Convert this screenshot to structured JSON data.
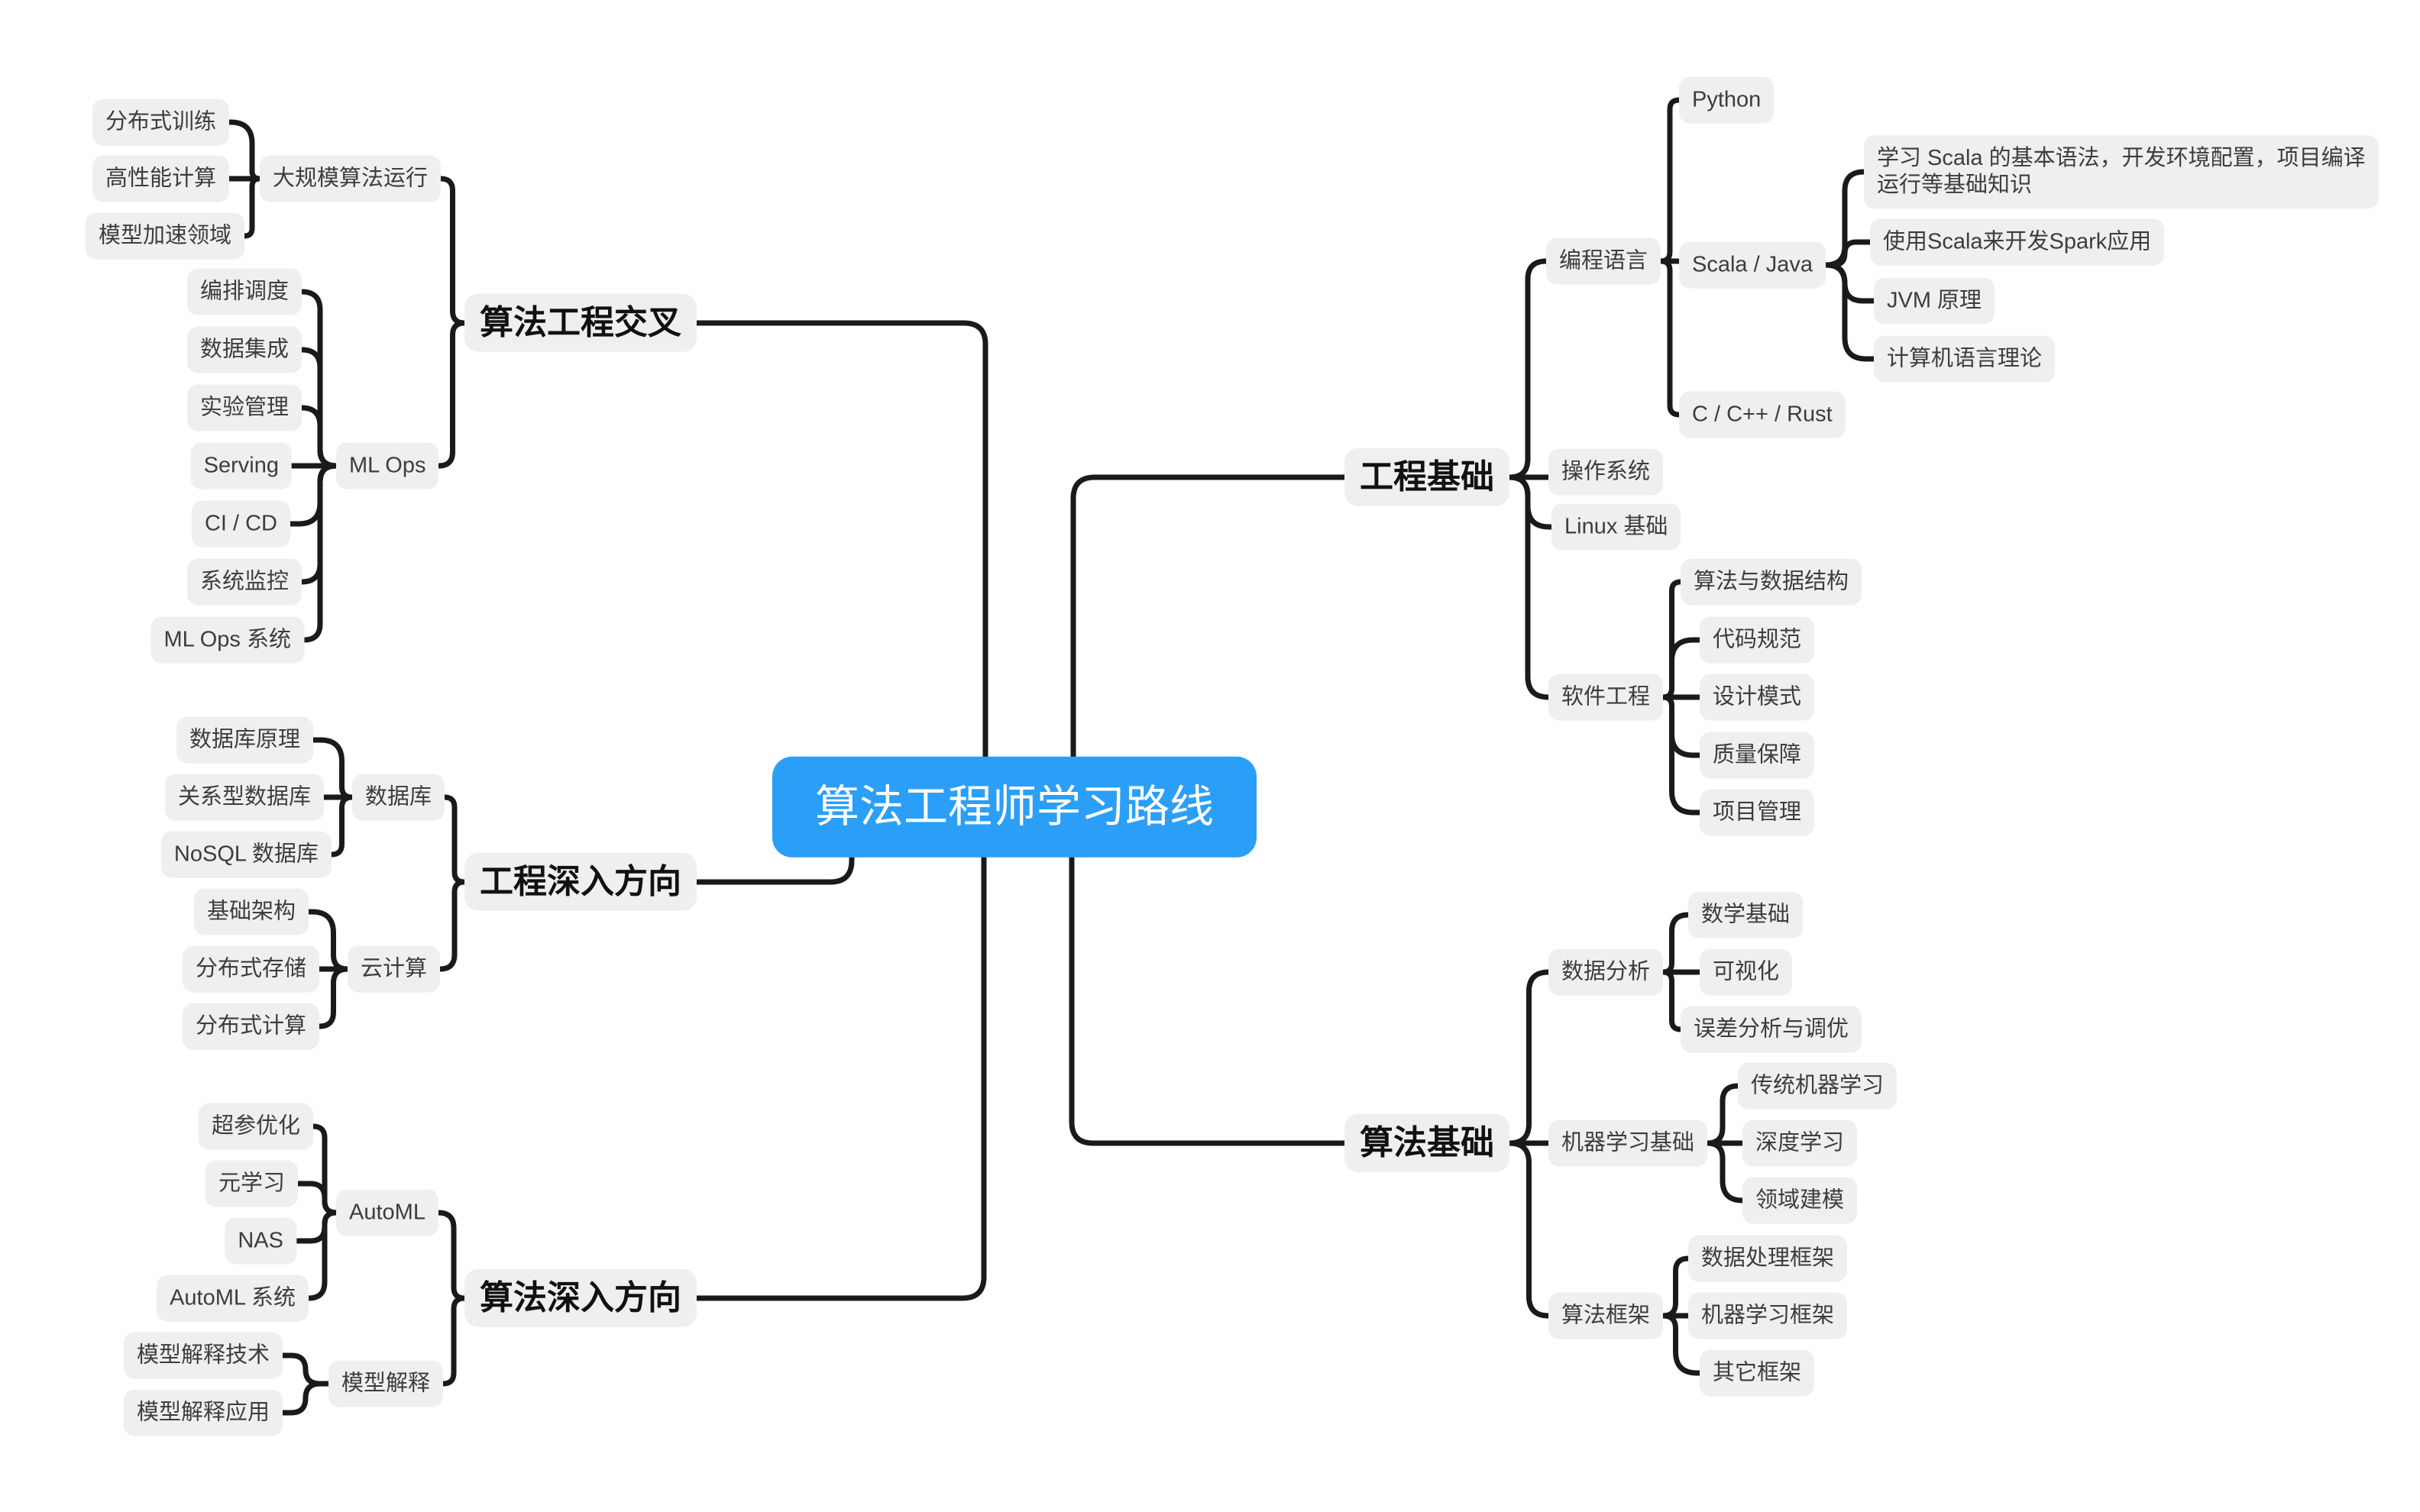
{
  "colors": {
    "center_bg": "#2b9ff7",
    "center_text": "#ffffff",
    "node_bg": "#efefef",
    "node_text": "#3d3d3d",
    "branch_text": "#111111",
    "line": "#1a1a1a"
  },
  "nodes": {
    "center": {
      "label": "算法工程师学习路线"
    },
    "eng_cross": {
      "label": "算法工程交叉"
    },
    "large_scale": {
      "label": "大规模算法运行"
    },
    "dist_train": {
      "label": "分布式训练"
    },
    "hpc": {
      "label": "高性能计算"
    },
    "model_accel": {
      "label": "模型加速领域"
    },
    "ml_ops": {
      "label": "ML Ops"
    },
    "orchestration": {
      "label": "编排调度"
    },
    "data_integration": {
      "label": "数据集成"
    },
    "experiment_mgmt": {
      "label": "实验管理"
    },
    "serving": {
      "label": "Serving"
    },
    "ci_cd": {
      "label": "CI / CD"
    },
    "sys_monitor": {
      "label": "系统监控"
    },
    "mlops_system": {
      "label": "ML Ops 系统"
    },
    "eng_deep": {
      "label": "工程深入方向"
    },
    "database": {
      "label": "数据库"
    },
    "db_principle": {
      "label": "数据库原理"
    },
    "relational_db": {
      "label": "关系型数据库"
    },
    "nosql_db": {
      "label": "NoSQL 数据库"
    },
    "cloud": {
      "label": "云计算"
    },
    "infra": {
      "label": "基础架构"
    },
    "dist_storage": {
      "label": "分布式存储"
    },
    "dist_compute": {
      "label": "分布式计算"
    },
    "algo_deep": {
      "label": "算法深入方向"
    },
    "automl": {
      "label": "AutoML"
    },
    "hyperparam": {
      "label": "超参优化"
    },
    "meta_learning": {
      "label": "元学习"
    },
    "nas": {
      "label": "NAS"
    },
    "automl_system": {
      "label": "AutoML 系统"
    },
    "model_explain": {
      "label": "模型解释"
    },
    "explain_tech": {
      "label": "模型解释技术"
    },
    "explain_app": {
      "label": "模型解释应用"
    },
    "eng_base": {
      "label": "工程基础"
    },
    "prog_lang": {
      "label": "编程语言"
    },
    "python": {
      "label": "Python"
    },
    "scala_java": {
      "label": "Scala / Java"
    },
    "scala_basic": {
      "label": "学习 Scala 的基本语法，开发环境配置，项目编译运行等基础知识"
    },
    "scala_spark": {
      "label": "使用Scala来开发Spark应用"
    },
    "jvm": {
      "label": "JVM 原理"
    },
    "lang_theory": {
      "label": "计算机语言理论"
    },
    "c_cpp_rust": {
      "label": "C / C++ / Rust"
    },
    "os": {
      "label": "操作系统"
    },
    "linux": {
      "label": "Linux 基础"
    },
    "software_eng": {
      "label": "软件工程"
    },
    "algo_ds": {
      "label": "算法与数据结构"
    },
    "code_std": {
      "label": "代码规范"
    },
    "design_pattern": {
      "label": "设计模式"
    },
    "qa": {
      "label": "质量保障"
    },
    "project_mgmt": {
      "label": "项目管理"
    },
    "algo_base": {
      "label": "算法基础"
    },
    "data_analysis": {
      "label": "数据分析"
    },
    "math_basic": {
      "label": "数学基础"
    },
    "visualization": {
      "label": "可视化"
    },
    "error_analysis": {
      "label": "误差分析与调优"
    },
    "ml_basic": {
      "label": "机器学习基础"
    },
    "traditional_ml": {
      "label": "传统机器学习"
    },
    "deep_learning": {
      "label": "深度学习"
    },
    "domain_modeling": {
      "label": "领域建模"
    },
    "algo_framework": {
      "label": "算法框架"
    },
    "data_framework": {
      "label": "数据处理框架"
    },
    "ml_framework": {
      "label": "机器学习框架"
    },
    "other_framework": {
      "label": "其它框架"
    }
  },
  "edges": [
    [
      "center",
      "eng_cross"
    ],
    [
      "center",
      "eng_deep"
    ],
    [
      "center",
      "algo_deep"
    ],
    [
      "center",
      "eng_base"
    ],
    [
      "center",
      "algo_base"
    ],
    [
      "eng_cross",
      "large_scale"
    ],
    [
      "eng_cross",
      "ml_ops"
    ],
    [
      "large_scale",
      "dist_train"
    ],
    [
      "large_scale",
      "hpc"
    ],
    [
      "large_scale",
      "model_accel"
    ],
    [
      "ml_ops",
      "orchestration"
    ],
    [
      "ml_ops",
      "data_integration"
    ],
    [
      "ml_ops",
      "experiment_mgmt"
    ],
    [
      "ml_ops",
      "serving"
    ],
    [
      "ml_ops",
      "ci_cd"
    ],
    [
      "ml_ops",
      "sys_monitor"
    ],
    [
      "ml_ops",
      "mlops_system"
    ],
    [
      "eng_deep",
      "database"
    ],
    [
      "eng_deep",
      "cloud"
    ],
    [
      "database",
      "db_principle"
    ],
    [
      "database",
      "relational_db"
    ],
    [
      "database",
      "nosql_db"
    ],
    [
      "cloud",
      "infra"
    ],
    [
      "cloud",
      "dist_storage"
    ],
    [
      "cloud",
      "dist_compute"
    ],
    [
      "algo_deep",
      "automl"
    ],
    [
      "algo_deep",
      "model_explain"
    ],
    [
      "automl",
      "hyperparam"
    ],
    [
      "automl",
      "meta_learning"
    ],
    [
      "automl",
      "nas"
    ],
    [
      "automl",
      "automl_system"
    ],
    [
      "model_explain",
      "explain_tech"
    ],
    [
      "model_explain",
      "explain_app"
    ],
    [
      "eng_base",
      "prog_lang"
    ],
    [
      "eng_base",
      "os"
    ],
    [
      "eng_base",
      "linux"
    ],
    [
      "eng_base",
      "software_eng"
    ],
    [
      "prog_lang",
      "python"
    ],
    [
      "prog_lang",
      "scala_java"
    ],
    [
      "prog_lang",
      "c_cpp_rust"
    ],
    [
      "scala_java",
      "scala_basic"
    ],
    [
      "scala_java",
      "scala_spark"
    ],
    [
      "scala_java",
      "jvm"
    ],
    [
      "scala_java",
      "lang_theory"
    ],
    [
      "software_eng",
      "algo_ds"
    ],
    [
      "software_eng",
      "code_std"
    ],
    [
      "software_eng",
      "design_pattern"
    ],
    [
      "software_eng",
      "qa"
    ],
    [
      "software_eng",
      "project_mgmt"
    ],
    [
      "algo_base",
      "data_analysis"
    ],
    [
      "algo_base",
      "ml_basic"
    ],
    [
      "algo_base",
      "algo_framework"
    ],
    [
      "data_analysis",
      "math_basic"
    ],
    [
      "data_analysis",
      "visualization"
    ],
    [
      "data_analysis",
      "error_analysis"
    ],
    [
      "ml_basic",
      "traditional_ml"
    ],
    [
      "ml_basic",
      "deep_learning"
    ],
    [
      "ml_basic",
      "domain_modeling"
    ],
    [
      "algo_framework",
      "data_framework"
    ],
    [
      "algo_framework",
      "ml_framework"
    ],
    [
      "algo_framework",
      "other_framework"
    ]
  ]
}
